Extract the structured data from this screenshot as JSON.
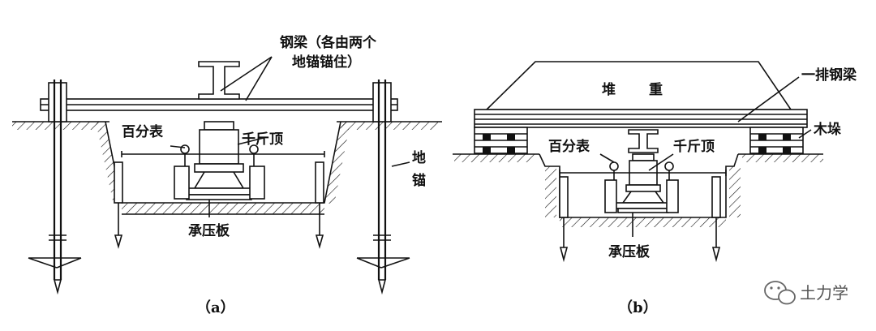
{
  "diagram_a": {
    "steel_beam_label_line1": "钢梁（各由两个",
    "steel_beam_label_line2": "地锚锚住）",
    "dial_gauge": "百分表",
    "jack": "千斤顶",
    "ground_anchor_line1": "地",
    "ground_anchor_line2": "锚",
    "bearing_plate": "承压板",
    "caption": "（a）"
  },
  "diagram_b": {
    "surcharge_left": "堆",
    "surcharge_right": "重",
    "row_of_beams": "一排钢梁",
    "timber_crib": "木垛",
    "dial_gauge": "百分表",
    "jack": "千斤顶",
    "bearing_plate": "承压板",
    "caption": "（b）"
  },
  "watermark": {
    "text": "土力学",
    "icon": "wechat-icon"
  }
}
